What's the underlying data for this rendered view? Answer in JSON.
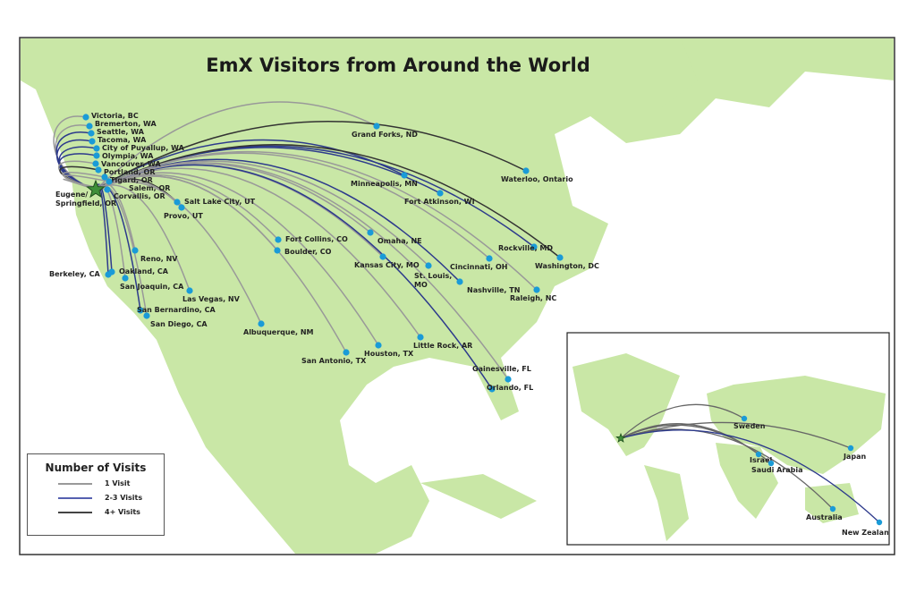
{
  "title": "EmX Visitors from Around the World",
  "origin": {
    "label_line1": "Eugene/",
    "label_line2": "Springfield, OR",
    "icon": "star-icon"
  },
  "colors": {
    "land": "#c9e7a6",
    "one_visit": "#999999",
    "two_three_visits": "#2d3a8c",
    "four_plus_visits": "#333333",
    "city_dot": "#1a9bd7",
    "origin_star": "#3f8f3a"
  },
  "legend": {
    "title": "Number of Visits",
    "items": [
      {
        "label": "1 Visit",
        "key": "one_visit"
      },
      {
        "label": "2-3 Visits",
        "key": "two_three_visits"
      },
      {
        "label": "4+ Visits",
        "key": "four_plus_visits"
      }
    ]
  },
  "cities": [
    {
      "name": "Victoria, BC",
      "visits": "one_visit"
    },
    {
      "name": "Bremerton, WA",
      "visits": "one_visit"
    },
    {
      "name": "Seattle, WA",
      "visits": "two_three_visits"
    },
    {
      "name": "Tacoma, WA",
      "visits": "two_three_visits"
    },
    {
      "name": "City of Puyallup, WA",
      "visits": "two_three_visits"
    },
    {
      "name": "Olympia, WA",
      "visits": "two_three_visits"
    },
    {
      "name": "Vancouver, WA",
      "visits": "one_visit"
    },
    {
      "name": "Portland, OR",
      "visits": "four_plus_visits"
    },
    {
      "name": "Tigard, OR",
      "visits": "one_visit"
    },
    {
      "name": "Salem, OR",
      "visits": "one_visit"
    },
    {
      "name": "Corvallis, OR",
      "visits": "one_visit"
    },
    {
      "name": "Salt Lake City, UT",
      "visits": "four_plus_visits"
    },
    {
      "name": "Provo, UT",
      "visits": "one_visit"
    },
    {
      "name": "Grand Forks, ND",
      "visits": "one_visit"
    },
    {
      "name": "Minneapolis, MN",
      "visits": "two_three_visits"
    },
    {
      "name": "Fort Atkinson, WI",
      "visits": "two_three_visits"
    },
    {
      "name": "Waterloo, Ontario",
      "visits": "four_plus_visits"
    },
    {
      "name": "Rockville, MD",
      "visits": "two_three_visits"
    },
    {
      "name": "Washington, DC",
      "visits": "four_plus_visits"
    },
    {
      "name": "Cincinnati, OH",
      "visits": "one_visit"
    },
    {
      "name": "Nashville, TN",
      "visits": "two_three_visits"
    },
    {
      "name": "Raleigh, NC",
      "visits": "one_visit"
    },
    {
      "name": "St. Louis, MO",
      "visits": "one_visit"
    },
    {
      "name": "Kansas City, MO",
      "visits": "one_visit"
    },
    {
      "name": "Omaha, NE",
      "visits": "one_visit"
    },
    {
      "name": "Fort Collins, CO",
      "visits": "one_visit"
    },
    {
      "name": "Boulder, CO",
      "visits": "one_visit"
    },
    {
      "name": "Reno, NV",
      "visits": "one_visit"
    },
    {
      "name": "Oakland, CA",
      "visits": "two_three_visits"
    },
    {
      "name": "Berkeley, CA",
      "visits": "two_three_visits"
    },
    {
      "name": "San Joaquin, CA",
      "visits": "one_visit"
    },
    {
      "name": "Las Vegas, NV",
      "visits": "one_visit"
    },
    {
      "name": "San Bernardino, CA",
      "visits": "two_three_visits"
    },
    {
      "name": "San Diego, CA",
      "visits": "one_visit"
    },
    {
      "name": "Albuquerque, NM",
      "visits": "one_visit"
    },
    {
      "name": "San Antonio, TX",
      "visits": "one_visit"
    },
    {
      "name": "Houston, TX",
      "visits": "one_visit"
    },
    {
      "name": "Little Rock, AR",
      "visits": "one_visit"
    },
    {
      "name": "Gainesville, FL",
      "visits": "two_three_visits"
    },
    {
      "name": "Orlando, FL",
      "visits": "one_visit"
    }
  ],
  "world": [
    {
      "name": "Sweden",
      "visits": "one_visit"
    },
    {
      "name": "Israel",
      "visits": "one_visit"
    },
    {
      "name": "Saudi Arabia",
      "visits": "one_visit"
    },
    {
      "name": "Japan",
      "visits": "one_visit"
    },
    {
      "name": "Australia",
      "visits": "one_visit"
    },
    {
      "name": "New Zealand",
      "visits": "two_three_visits"
    }
  ]
}
